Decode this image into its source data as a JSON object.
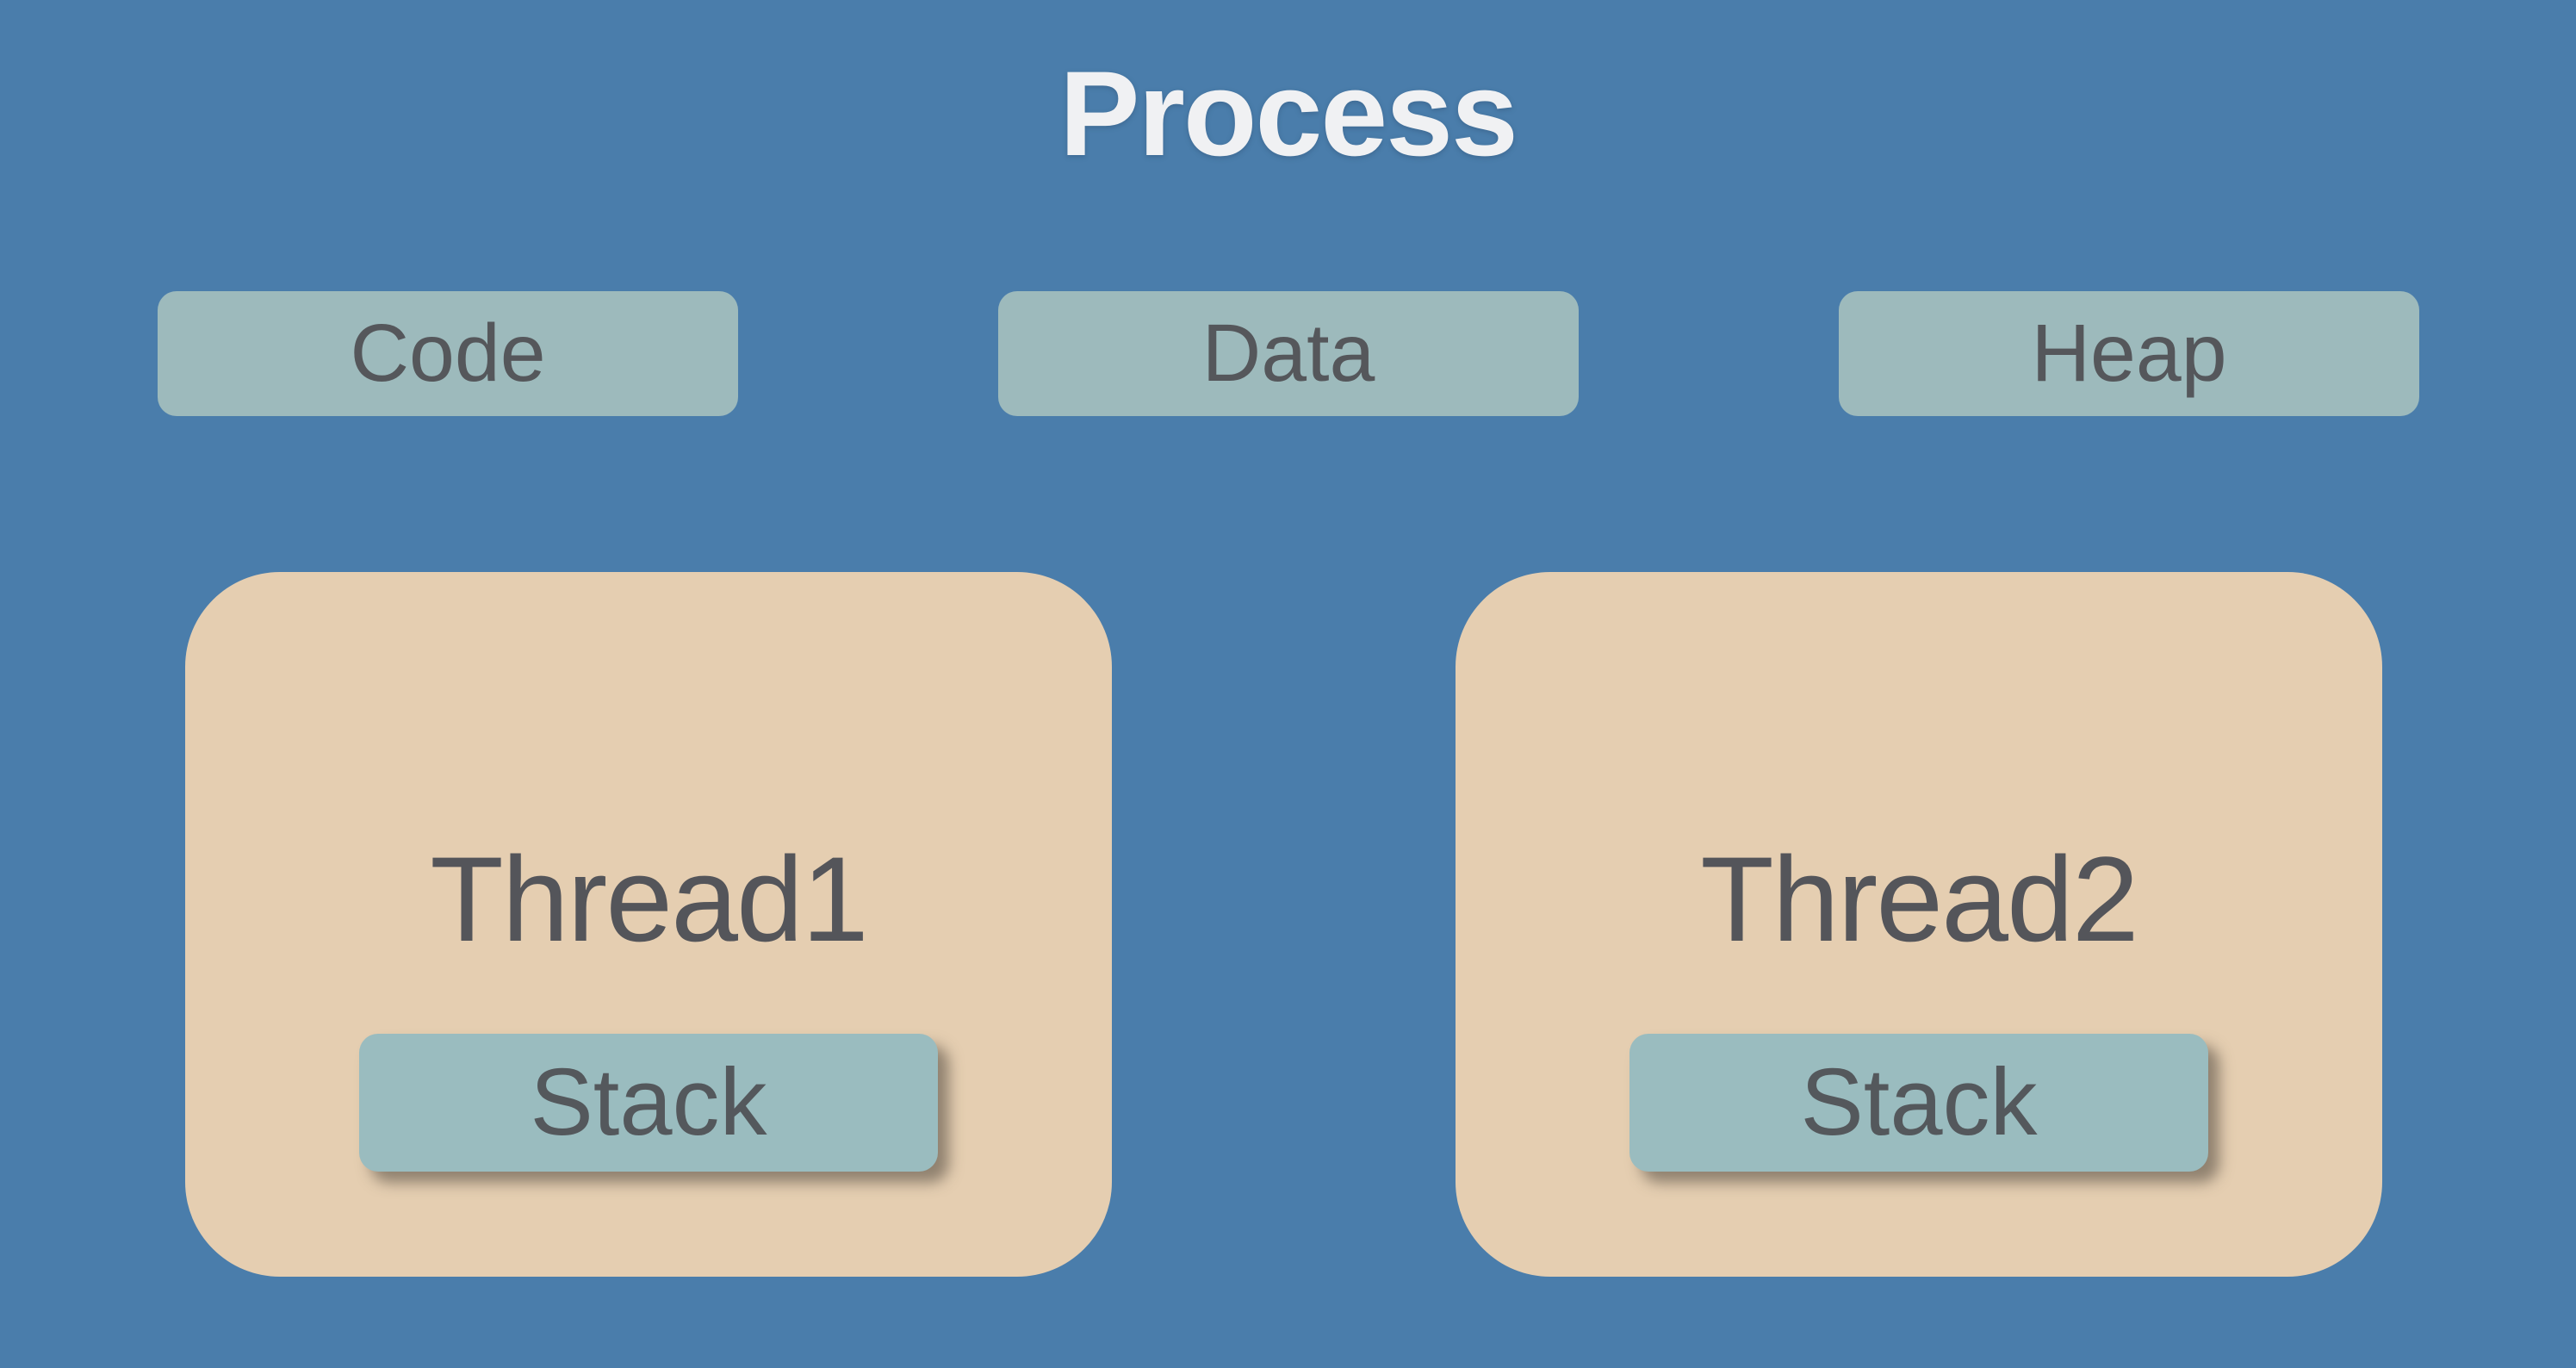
{
  "diagram": {
    "title": "Process",
    "segments": [
      {
        "id": "code",
        "label": "Code"
      },
      {
        "id": "data",
        "label": "Data"
      },
      {
        "id": "heap",
        "label": "Heap"
      }
    ],
    "threads": [
      {
        "id": "thread1",
        "label": "Thread1",
        "stack_label": "Stack"
      },
      {
        "id": "thread2",
        "label": "Thread2",
        "stack_label": "Stack"
      }
    ],
    "colors": {
      "background": "#4A7DAB",
      "segment_box": "#9DBABC",
      "stack_box": "#9ABCBF",
      "thread_box": "#E5CEB1",
      "title_text": "#F0F1F3",
      "label_text": "#55575B"
    }
  }
}
